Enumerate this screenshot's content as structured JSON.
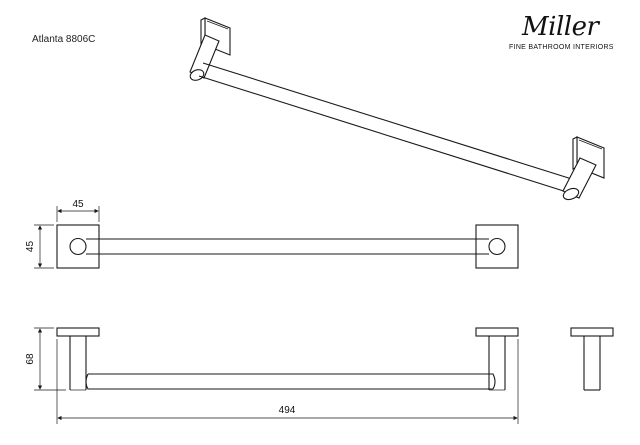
{
  "header": {
    "product_code": "Atlanta 8806C"
  },
  "brand": {
    "name": "Miller",
    "tagline": "FINE BATHROOM INTERIORS"
  },
  "dimensions": {
    "top_width": "45",
    "top_height": "45",
    "side_height": "68",
    "overall_length": "494"
  }
}
